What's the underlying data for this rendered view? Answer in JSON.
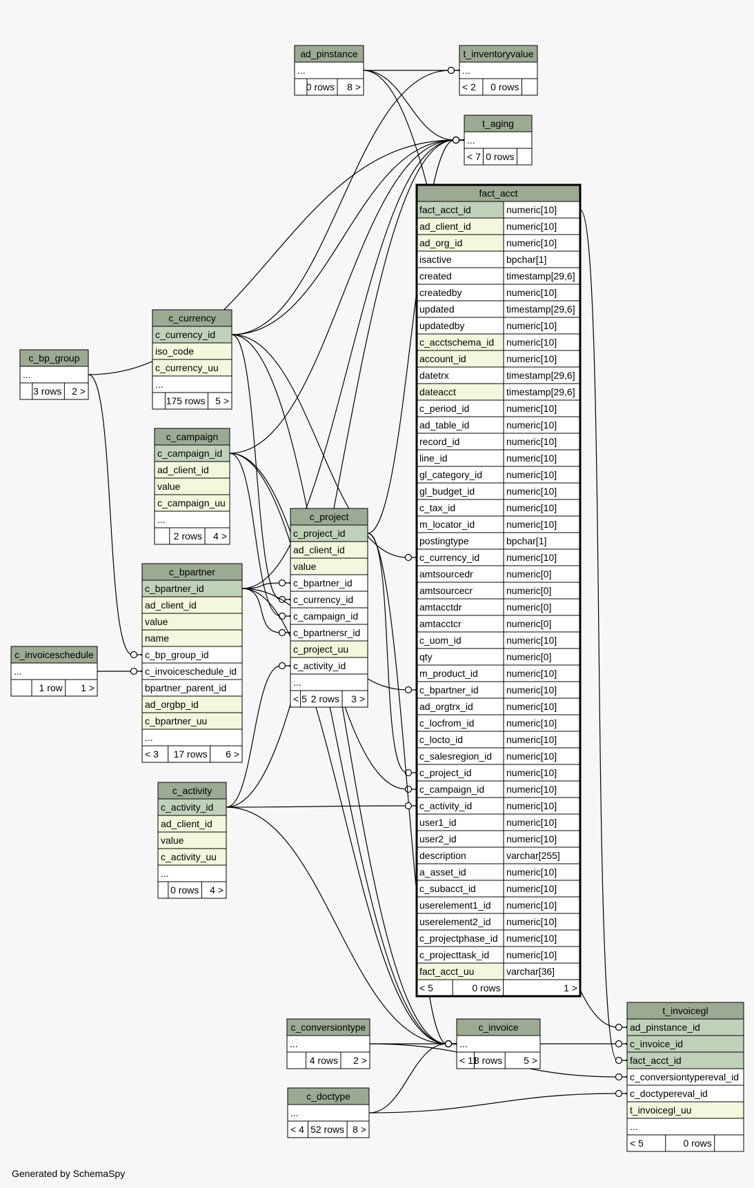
{
  "colors": {
    "background": "#f7f7f7",
    "header": "#9caa93",
    "key": "#bfd1b8",
    "indexed": "#f4f7dd",
    "plain": "#ffffff",
    "border": "#000000",
    "edge": "#000000"
  },
  "footer": "Generated by SchemaSpy",
  "tables": [
    {
      "id": "ad_pinstance",
      "name": "ad_pinstance",
      "kind": "collapsed",
      "rows": [
        {
          "c1": "...",
          "style": "plain"
        }
      ],
      "footer": {
        "left": "",
        "mid": "0 rows",
        "right": "8 >"
      }
    },
    {
      "id": "t_inventoryvalue",
      "name": "t_inventoryvalue",
      "kind": "collapsed",
      "rows": [
        {
          "c1": "...",
          "style": "plain"
        }
      ],
      "footer": {
        "left": "< 2",
        "mid": "0 rows",
        "right": ""
      }
    },
    {
      "id": "t_aging",
      "name": "t_aging",
      "kind": "collapsed",
      "rows": [
        {
          "c1": "...",
          "style": "plain"
        }
      ],
      "footer": {
        "left": "< 7",
        "mid": "0 rows",
        "right": ""
      }
    },
    {
      "id": "c_bp_group",
      "name": "c_bp_group",
      "kind": "collapsed",
      "rows": [
        {
          "c1": "...",
          "style": "plain"
        }
      ],
      "footer": {
        "left": "",
        "mid": "3 rows",
        "right": "2 >"
      }
    },
    {
      "id": "c_currency",
      "name": "c_currency",
      "kind": "collapsed",
      "rows": [
        {
          "c1": "c_currency_id",
          "style": "key"
        },
        {
          "c1": "iso_code",
          "style": "indexed"
        },
        {
          "c1": "c_currency_uu",
          "style": "indexed"
        },
        {
          "c1": "...",
          "style": "plain"
        }
      ],
      "footer": {
        "left": "",
        "mid": "175 rows",
        "right": "5 >"
      }
    },
    {
      "id": "c_campaign",
      "name": "c_campaign",
      "kind": "collapsed",
      "rows": [
        {
          "c1": "c_campaign_id",
          "style": "key"
        },
        {
          "c1": "ad_client_id",
          "style": "indexed"
        },
        {
          "c1": "value",
          "style": "indexed"
        },
        {
          "c1": "c_campaign_uu",
          "style": "indexed"
        },
        {
          "c1": "...",
          "style": "plain"
        }
      ],
      "footer": {
        "left": "",
        "mid": "2 rows",
        "right": "4 >"
      }
    },
    {
      "id": "c_project",
      "name": "c_project",
      "kind": "collapsed",
      "rows": [
        {
          "c1": "c_project_id",
          "style": "key"
        },
        {
          "c1": "ad_client_id",
          "style": "indexed"
        },
        {
          "c1": "value",
          "style": "indexed"
        },
        {
          "c1": "c_bpartner_id",
          "style": "plain"
        },
        {
          "c1": "c_currency_id",
          "style": "plain"
        },
        {
          "c1": "c_campaign_id",
          "style": "plain"
        },
        {
          "c1": "c_bpartnersr_id",
          "style": "plain"
        },
        {
          "c1": "c_project_uu",
          "style": "indexed"
        },
        {
          "c1": "c_activity_id",
          "style": "plain"
        },
        {
          "c1": "...",
          "style": "plain"
        }
      ],
      "footer": {
        "left": "< 5",
        "mid": "2 rows",
        "right": "3 >"
      }
    },
    {
      "id": "c_bpartner",
      "name": "c_bpartner",
      "kind": "collapsed",
      "rows": [
        {
          "c1": "c_bpartner_id",
          "style": "key"
        },
        {
          "c1": "ad_client_id",
          "style": "indexed"
        },
        {
          "c1": "value",
          "style": "indexed"
        },
        {
          "c1": "name",
          "style": "indexed"
        },
        {
          "c1": "c_bp_group_id",
          "style": "plain"
        },
        {
          "c1": "c_invoiceschedule_id",
          "style": "plain"
        },
        {
          "c1": "bpartner_parent_id",
          "style": "plain"
        },
        {
          "c1": "ad_orgbp_id",
          "style": "indexed"
        },
        {
          "c1": "c_bpartner_uu",
          "style": "indexed"
        },
        {
          "c1": "...",
          "style": "plain"
        }
      ],
      "footer": {
        "left": "< 3",
        "mid": "17 rows",
        "right": "6 >"
      }
    },
    {
      "id": "c_invoiceschedule",
      "name": "c_invoiceschedule",
      "kind": "collapsed",
      "rows": [
        {
          "c1": "...",
          "style": "plain"
        }
      ],
      "footer": {
        "left": "",
        "mid": "1 row",
        "right": "1 >"
      }
    },
    {
      "id": "c_activity",
      "name": "c_activity",
      "kind": "collapsed",
      "rows": [
        {
          "c1": "c_activity_id",
          "style": "key"
        },
        {
          "c1": "ad_client_id",
          "style": "indexed"
        },
        {
          "c1": "value",
          "style": "indexed"
        },
        {
          "c1": "c_activity_uu",
          "style": "indexed"
        },
        {
          "c1": "...",
          "style": "plain"
        }
      ],
      "footer": {
        "left": "",
        "mid": "0 rows",
        "right": "4 >"
      }
    },
    {
      "id": "fact_acct",
      "name": "fact_acct",
      "kind": "full",
      "rows": [
        {
          "c1": "fact_acct_id",
          "c2": "numeric[10]",
          "style": "key"
        },
        {
          "c1": "ad_client_id",
          "c2": "numeric[10]",
          "style": "indexed"
        },
        {
          "c1": "ad_org_id",
          "c2": "numeric[10]",
          "style": "indexed"
        },
        {
          "c1": "isactive",
          "c2": "bpchar[1]",
          "style": "plain"
        },
        {
          "c1": "created",
          "c2": "timestamp[29,6]",
          "style": "plain"
        },
        {
          "c1": "createdby",
          "c2": "numeric[10]",
          "style": "plain"
        },
        {
          "c1": "updated",
          "c2": "timestamp[29,6]",
          "style": "plain"
        },
        {
          "c1": "updatedby",
          "c2": "numeric[10]",
          "style": "plain"
        },
        {
          "c1": "c_acctschema_id",
          "c2": "numeric[10]",
          "style": "indexed"
        },
        {
          "c1": "account_id",
          "c2": "numeric[10]",
          "style": "indexed"
        },
        {
          "c1": "datetrx",
          "c2": "timestamp[29,6]",
          "style": "plain"
        },
        {
          "c1": "dateacct",
          "c2": "timestamp[29,6]",
          "style": "indexed"
        },
        {
          "c1": "c_period_id",
          "c2": "numeric[10]",
          "style": "plain"
        },
        {
          "c1": "ad_table_id",
          "c2": "numeric[10]",
          "style": "plain"
        },
        {
          "c1": "record_id",
          "c2": "numeric[10]",
          "style": "plain"
        },
        {
          "c1": "line_id",
          "c2": "numeric[10]",
          "style": "plain"
        },
        {
          "c1": "gl_category_id",
          "c2": "numeric[10]",
          "style": "plain"
        },
        {
          "c1": "gl_budget_id",
          "c2": "numeric[10]",
          "style": "plain"
        },
        {
          "c1": "c_tax_id",
          "c2": "numeric[10]",
          "style": "plain"
        },
        {
          "c1": "m_locator_id",
          "c2": "numeric[10]",
          "style": "plain"
        },
        {
          "c1": "postingtype",
          "c2": "bpchar[1]",
          "style": "plain"
        },
        {
          "c1": "c_currency_id",
          "c2": "numeric[10]",
          "style": "plain"
        },
        {
          "c1": "amtsourcedr",
          "c2": "numeric[0]",
          "style": "plain"
        },
        {
          "c1": "amtsourcecr",
          "c2": "numeric[0]",
          "style": "plain"
        },
        {
          "c1": "amtacctdr",
          "c2": "numeric[0]",
          "style": "plain"
        },
        {
          "c1": "amtacctcr",
          "c2": "numeric[0]",
          "style": "plain"
        },
        {
          "c1": "c_uom_id",
          "c2": "numeric[10]",
          "style": "plain"
        },
        {
          "c1": "qty",
          "c2": "numeric[0]",
          "style": "plain"
        },
        {
          "c1": "m_product_id",
          "c2": "numeric[10]",
          "style": "plain"
        },
        {
          "c1": "c_bpartner_id",
          "c2": "numeric[10]",
          "style": "plain"
        },
        {
          "c1": "ad_orgtrx_id",
          "c2": "numeric[10]",
          "style": "plain"
        },
        {
          "c1": "c_locfrom_id",
          "c2": "numeric[10]",
          "style": "plain"
        },
        {
          "c1": "c_locto_id",
          "c2": "numeric[10]",
          "style": "plain"
        },
        {
          "c1": "c_salesregion_id",
          "c2": "numeric[10]",
          "style": "plain"
        },
        {
          "c1": "c_project_id",
          "c2": "numeric[10]",
          "style": "plain"
        },
        {
          "c1": "c_campaign_id",
          "c2": "numeric[10]",
          "style": "plain"
        },
        {
          "c1": "c_activity_id",
          "c2": "numeric[10]",
          "style": "plain"
        },
        {
          "c1": "user1_id",
          "c2": "numeric[10]",
          "style": "plain"
        },
        {
          "c1": "user2_id",
          "c2": "numeric[10]",
          "style": "plain"
        },
        {
          "c1": "description",
          "c2": "varchar[255]",
          "style": "plain"
        },
        {
          "c1": "a_asset_id",
          "c2": "numeric[10]",
          "style": "plain"
        },
        {
          "c1": "c_subacct_id",
          "c2": "numeric[10]",
          "style": "plain"
        },
        {
          "c1": "userelement1_id",
          "c2": "numeric[10]",
          "style": "plain"
        },
        {
          "c1": "userelement2_id",
          "c2": "numeric[10]",
          "style": "plain"
        },
        {
          "c1": "c_projectphase_id",
          "c2": "numeric[10]",
          "style": "plain"
        },
        {
          "c1": "c_projecttask_id",
          "c2": "numeric[10]",
          "style": "plain"
        },
        {
          "c1": "fact_acct_uu",
          "c2": "varchar[36]",
          "style": "indexed"
        }
      ],
      "footer": {
        "left": "< 5",
        "mid": "0 rows",
        "right": "1 >"
      }
    },
    {
      "id": "c_conversiontype",
      "name": "c_conversiontype",
      "kind": "collapsed",
      "rows": [
        {
          "c1": "...",
          "style": "plain"
        }
      ],
      "footer": {
        "left": "",
        "mid": "4 rows",
        "right": "2 >"
      }
    },
    {
      "id": "c_invoice",
      "name": "c_invoice",
      "kind": "collapsed",
      "rows": [
        {
          "c1": "...",
          "style": "plain"
        }
      ],
      "footer": {
        "left": "< 11",
        "mid": "8 rows",
        "right": "5 >"
      }
    },
    {
      "id": "c_doctype",
      "name": "c_doctype",
      "kind": "collapsed",
      "rows": [
        {
          "c1": "...",
          "style": "plain"
        }
      ],
      "footer": {
        "left": "< 4",
        "mid": "52 rows",
        "right": "8 >"
      }
    },
    {
      "id": "t_invoicegl",
      "name": "t_invoicegl",
      "kind": "collapsed",
      "rows": [
        {
          "c1": "ad_pinstance_id",
          "style": "key"
        },
        {
          "c1": "c_invoice_id",
          "style": "key"
        },
        {
          "c1": "fact_acct_id",
          "style": "key"
        },
        {
          "c1": "c_conversiontypereval_id",
          "style": "plain"
        },
        {
          "c1": "c_doctypereval_id",
          "style": "plain"
        },
        {
          "c1": "t_invoicegl_uu",
          "style": "indexed"
        },
        {
          "c1": "...",
          "style": "plain"
        }
      ],
      "footer": {
        "left": "< 5",
        "mid": "0 rows",
        "right": ""
      }
    }
  ]
}
